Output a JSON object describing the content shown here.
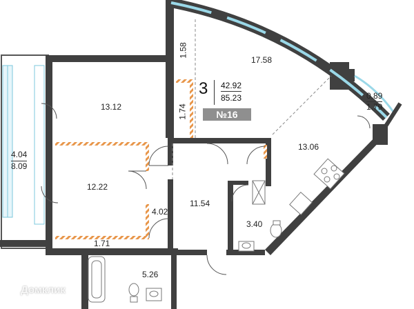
{
  "apartment": {
    "rooms_count": "3",
    "living_area": "42.92",
    "total_area": "85.23",
    "number": "№16"
  },
  "rooms": {
    "living_top_right": "17.58",
    "bedroom_top_left": "13.12",
    "bedroom_left": "12.22",
    "kitchen": "13.06",
    "hall": "11.54",
    "bathroom_right": "3.40",
    "bathroom_bottom": "5.26",
    "corridor_narrow": "4.02",
    "wardrobe": "1.71",
    "niche_top": "1.58",
    "niche_mid": "1.74"
  },
  "balconies": {
    "left_area_1": "4.04",
    "left_area_2": "8.09",
    "right_area_1": "0.89",
    "right_area_2": "1.79"
  },
  "watermark": {
    "text": "Домклик"
  },
  "colors": {
    "wall": "#404040",
    "window": "#9ad8e8",
    "hatch": "#e8964a",
    "badge": "#8f8f8f"
  }
}
